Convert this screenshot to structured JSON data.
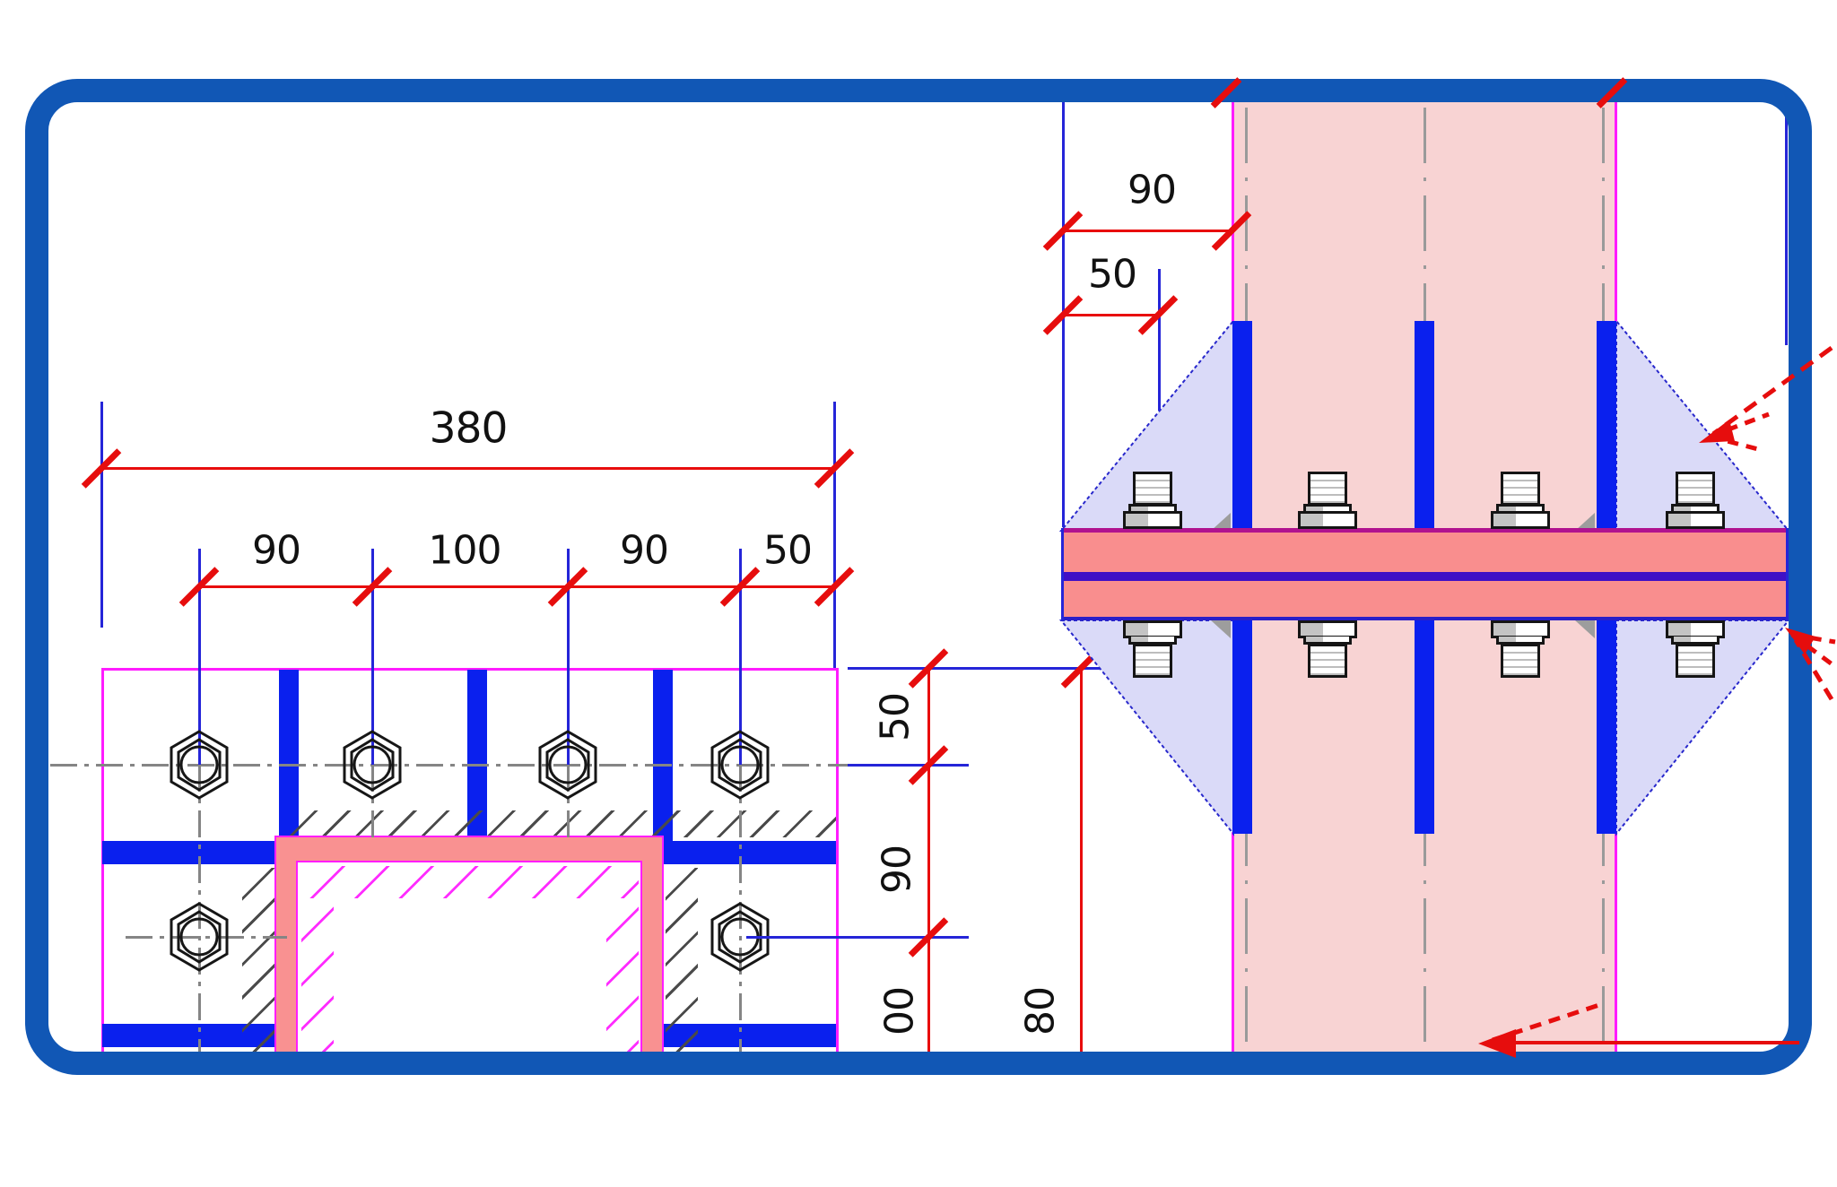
{
  "title": "Bolted column splice connection detail (CAD drawing)",
  "colors": {
    "frame_blue": "#1157b5",
    "cad_blue": "#0a20ee",
    "dim_red": "#e60d0d",
    "outline_magenta": "#ff1cff",
    "plate_salmon": "#f98e8e",
    "column_light_pink": "#f8d3d3",
    "gusset_lavender": "#dadaf8",
    "joint_purple": "#3f10c6",
    "centerline_gray": "#858585"
  },
  "plan_view": {
    "dim_total": "380",
    "dim_chain": [
      "90",
      "100",
      "90",
      "50"
    ],
    "dim_vertical_chain": [
      "50",
      "90",
      "00"
    ],
    "dim_vertical_overall": "80"
  },
  "elevation_view": {
    "dim_face_offset": "90",
    "dim_bolt_offset": "50"
  }
}
